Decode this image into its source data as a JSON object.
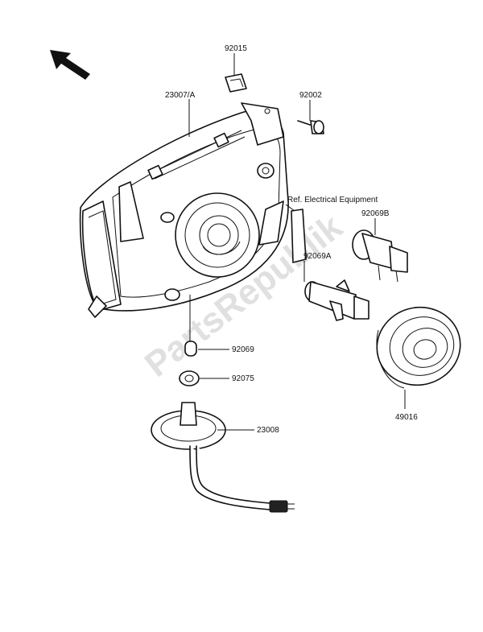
{
  "watermark": "PartsRepublik",
  "parts": [
    {
      "id": "92015",
      "label": "92015"
    },
    {
      "id": "23007A",
      "label": "23007/A"
    },
    {
      "id": "92002",
      "label": "92002"
    },
    {
      "id": "ref",
      "label": "Ref. Electrical Equipment"
    },
    {
      "id": "92069B",
      "label": "92069B"
    },
    {
      "id": "92069A",
      "label": "92069A"
    },
    {
      "id": "92069",
      "label": "92069"
    },
    {
      "id": "92075",
      "label": "92075"
    },
    {
      "id": "23008",
      "label": "23008"
    },
    {
      "id": "49016",
      "label": "49016"
    }
  ],
  "icons": {
    "direction_arrow": "front-direction-arrow-icon"
  }
}
